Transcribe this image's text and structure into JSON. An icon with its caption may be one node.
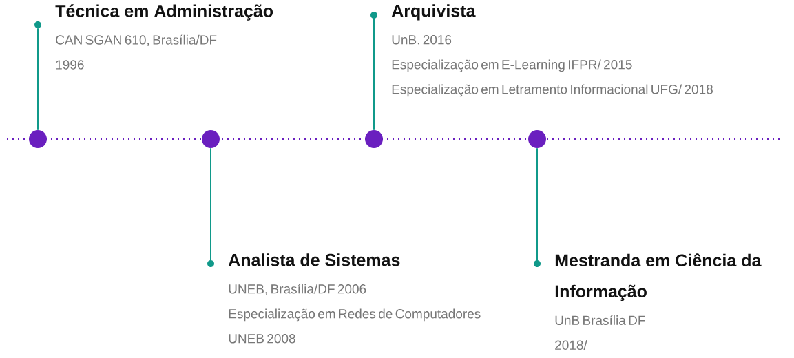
{
  "diagram": {
    "nodes": [
      {
        "text": [],
        "shape": "circle"
      },
      {
        "text": [],
        "shape": "circle"
      },
      {
        "text": [],
        "shape": "circle"
      },
      {
        "text": [],
        "shape": "circle"
      },
      {
        "text": [],
        "shape": "circle"
      },
      {
        "text": [],
        "shape": "circle"
      },
      {
        "text": [],
        "shape": "circle"
      },
      {
        "text": [],
        "shape": "circle"
      },
      {
        "text": [
          "Técnica em Administração",
          "CAN SGAN 610, Brasília/DF",
          "1996"
        ]
      },
      {
        "text": [
          "Analista de Sistemas",
          "UNEB, Brasília/DF 2006",
          "Especialização em Redes de Computadores",
          "UNEB 2008"
        ]
      },
      {
        "text": [
          "Arquivista",
          "UnB. 2016",
          "Especialização em E-Learning IFPR/ 2015",
          "Especialização em Letramento Informacional UFG/ 2018"
        ]
      },
      {
        "text": [
          "Mestranda em Ciência da Informação",
          "UnB Brasília DF",
          "2018/"
        ]
      }
    ],
    "edges": [
      {
        "from": 0,
        "to": 4,
        "arrow": "none"
      },
      {
        "from": 1,
        "to": 5,
        "arrow": "none"
      },
      {
        "from": 2,
        "to": 6,
        "arrow": "none"
      },
      {
        "from": 3,
        "to": 7,
        "arrow": "none"
      }
    ]
  }
}
